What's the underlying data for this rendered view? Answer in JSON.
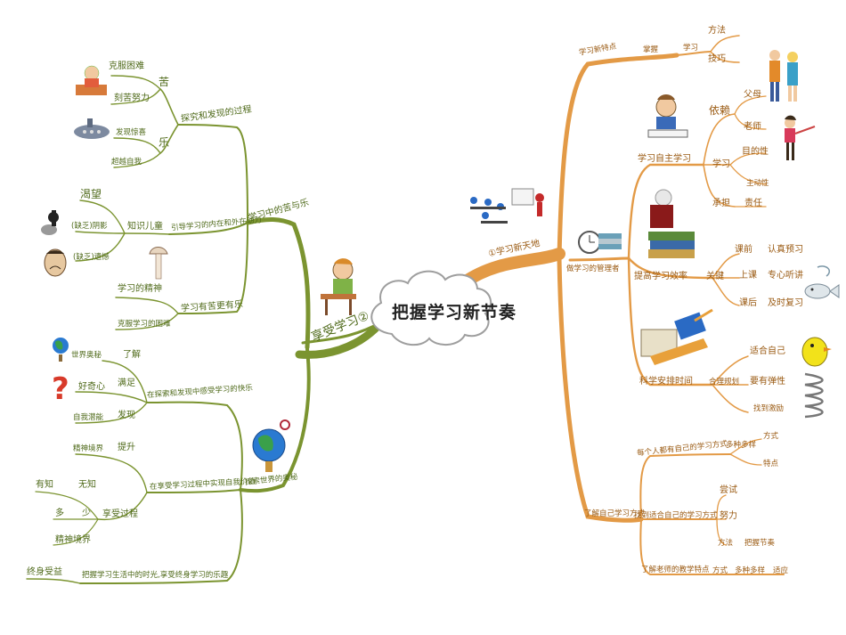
{
  "center": {
    "title": "把握学习新节奏"
  },
  "left": {
    "main": "享受学习②",
    "branch_a": {
      "label": "学习中的苦与乐",
      "sub1": {
        "label": "探究和发现的过程",
        "bitter": "苦",
        "bitter_items": [
          "克服困难",
          "刻苦努力"
        ],
        "joy": "乐",
        "joy_items": [
          "发现惊喜",
          "超越自我"
        ]
      },
      "sub2": {
        "label": "引导学习的内在和外在动力",
        "node": "知识儿童",
        "items": [
          "渴望",
          "(缺乏)阴影",
          "(缺乏)遗憾"
        ]
      },
      "sub3": {
        "label": "学习有苦更有乐",
        "items": [
          "学习的精神",
          "克服学习的困难"
        ]
      }
    },
    "branch_b": {
      "label": "探索世界的奥秘",
      "sub1": {
        "label": "在探索和发现中感受学习的快乐",
        "items": [
          "世界奥秘",
          "了解",
          "好奇心",
          "满足",
          "自我潜能",
          "发现"
        ]
      },
      "sub2": {
        "label": "在享受学习过程中实现自我价值",
        "items": [
          "精神境界",
          "提升",
          "有知",
          "无知",
          "多",
          "少",
          "享受过程",
          "精神境界"
        ]
      },
      "sub3": {
        "label": "把握学习生活中的时光,享受终身学习的乐趣",
        "end": "终身受益"
      }
    }
  },
  "right": {
    "main": "①学习新天地",
    "top": {
      "label": "学习新特点",
      "mid1": "掌握",
      "mid2": "学习",
      "items": [
        "方法",
        "技巧"
      ]
    },
    "manage": {
      "label": "做学习的管理者",
      "self": {
        "label": "学习自主学习",
        "rely": "依赖",
        "rely_items": [
          "父母",
          "老师"
        ],
        "learn": "学习",
        "learn_items": [
          "目的性",
          "主动性"
        ],
        "bear": "承担",
        "bear_item": "责任"
      },
      "efficiency": {
        "label": "提高学习效率",
        "key": "关键",
        "rows": [
          [
            "课前",
            "认真预习"
          ],
          [
            "上课",
            "专心听讲"
          ],
          [
            "课后",
            "及时复习"
          ]
        ]
      },
      "schedule": {
        "label": "科学安排时间",
        "plan": "合理规划",
        "items": [
          "适合自己",
          "要有弹性",
          "找到激励"
        ]
      }
    },
    "method": {
      "label": "了解自己学习方式",
      "sub1": {
        "label": "每个人都有自己的学习方式",
        "mid": "多种多样",
        "items": [
          "方式",
          "特点"
        ]
      },
      "sub2": {
        "label": "找到适合自己的学习方式",
        "items": [
          "尝试",
          "努力",
          "方法"
        ],
        "extra": "把握节奏"
      },
      "sub3": {
        "label": "了解老师的教学特点",
        "items": [
          "方式",
          "多种多样",
          "适应"
        ]
      }
    }
  },
  "colors": {
    "left": "#7b9430",
    "right": "#e39a46",
    "cloud": "#9e9e9e"
  },
  "icons": [
    "cloud-icon",
    "student-reading-icon",
    "classroom-icon",
    "globe-icon",
    "question-mark-icon",
    "submarine-icon",
    "alarm-clock-icon",
    "books-icon",
    "parents-icon",
    "teacher-icon",
    "bird-spring-icon",
    "mouse-icon",
    "fish-icon",
    "sad-face-icon",
    "mushroom-icon",
    "ruler-icon"
  ]
}
